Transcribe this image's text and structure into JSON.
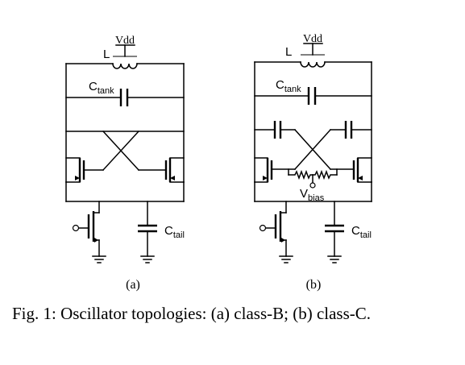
{
  "circuit_a": {
    "vdd_label": "Vdd",
    "inductor_label": "L",
    "tank_cap_label": "C",
    "tank_cap_subscript": "tank",
    "tail_cap_label": "C",
    "tail_cap_subscript": "tail",
    "sublabel": "(a)"
  },
  "circuit_b": {
    "vdd_label": "Vdd",
    "inductor_label": "L",
    "tank_cap_label": "C",
    "tank_cap_subscript": "tank",
    "bias_label": "V",
    "bias_subscript": "bias",
    "tail_cap_label": "C",
    "tail_cap_subscript": "tail",
    "sublabel": "(b)"
  },
  "caption": "Fig. 1: Oscillator topologies: (a) class-B; (b) class-C."
}
